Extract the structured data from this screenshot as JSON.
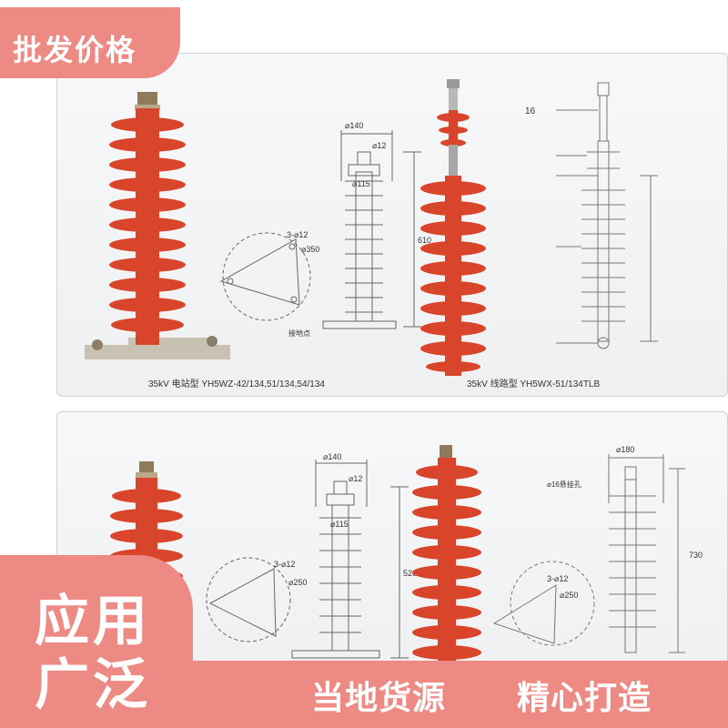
{
  "badge_top": "批发价格",
  "badge_bottom": {
    "line1": "应用",
    "line2": "广泛"
  },
  "footer": {
    "slogan_1": "当地货源",
    "slogan_2": "精心打造"
  },
  "top_panel": {
    "caption_left": "35kV  电站型 YH5WZ-42/134,51/134,54/134",
    "caption_right": "35kV   线路型 YH5WX-51/134TLB",
    "drawing_left": {
      "d1": "⌀140",
      "d2": "⌀12",
      "d3": "⌀115",
      "holes": "3-⌀12",
      "circle": "⌀350",
      "height": "610",
      "base_note": "接地点"
    },
    "drawing_right": {
      "label_16": "16"
    }
  },
  "bottom_panel": {
    "drawing_left": {
      "d1": "⌀140",
      "d2": "⌀12",
      "d3": "⌀115",
      "holes": "3-⌀12",
      "circle": "⌀250",
      "height": "520"
    },
    "drawing_right": {
      "d1": "⌀180",
      "note": "⌀16悬挂孔",
      "holes": "3-⌀12",
      "circle": "⌀250",
      "height": "730"
    }
  },
  "colors": {
    "insulator_red": "#d9452b",
    "accent_pink": "#ee8a84"
  }
}
